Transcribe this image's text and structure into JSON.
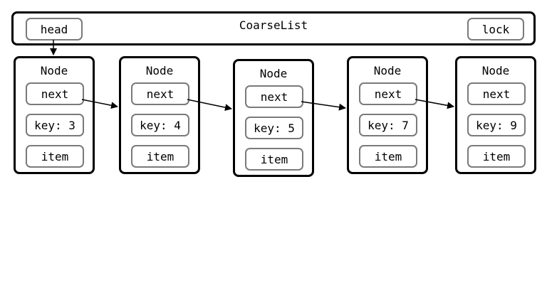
{
  "list": {
    "title": "CoarseList",
    "head_label": "head",
    "lock_label": "lock"
  },
  "node_title": "Node",
  "field_next": "next",
  "field_item": "item",
  "nodes": [
    {
      "key_label": "key: 3"
    },
    {
      "key_label": "key: 4"
    },
    {
      "key_label": "key: 5"
    },
    {
      "key_label": "key: 7"
    },
    {
      "key_label": "key: 9"
    }
  ],
  "colors": {
    "border": "#000000",
    "field_border": "#7a7a7a",
    "arrow": "#000000"
  }
}
